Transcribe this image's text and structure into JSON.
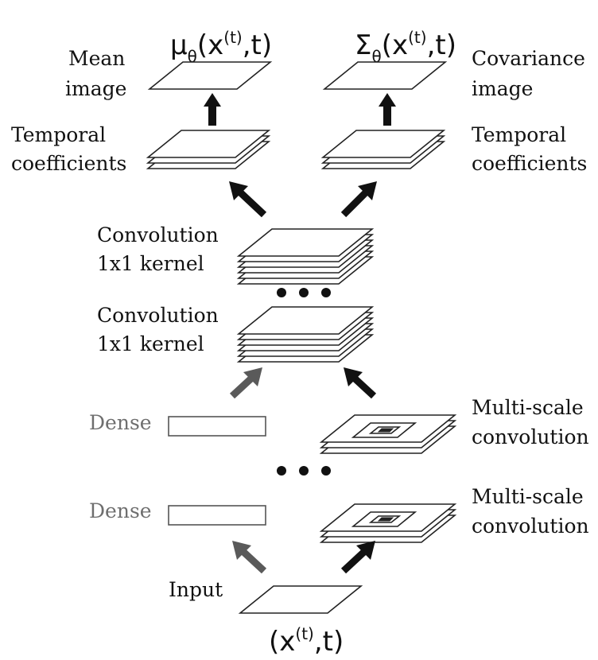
{
  "top_formulas": {
    "mean": {
      "base": "μ",
      "sub": "θ",
      "arg_open": "(x",
      "sup": "(t)",
      "arg_close": ",t)"
    },
    "covariance": {
      "base": "Σ",
      "sub": "θ",
      "arg_open": "(x",
      "sup": "(t)",
      "arg_close": ",t)"
    }
  },
  "labels": {
    "mean_line1": "Mean",
    "mean_line2": "image",
    "cov_line1": "Covariance",
    "cov_line2": "image",
    "temporal_left_line1": "Temporal",
    "temporal_left_line2": "coefficients",
    "temporal_right_line1": "Temporal",
    "temporal_right_line2": "coefficients",
    "conv_upper_line1": "Convolution",
    "conv_upper_line2": "1x1 kernel",
    "conv_lower_line1": "Convolution",
    "conv_lower_line2": "1x1 kernel",
    "dense_upper": "Dense",
    "dense_lower": "Dense",
    "multiscale_upper_line1": "Multi-scale",
    "multiscale_upper_line2": "convolution",
    "multiscale_lower_line1": "Multi-scale",
    "multiscale_lower_line2": "convolution",
    "input": "Input"
  },
  "bottom_formula": {
    "arg_open": "(x",
    "sup": "(t)",
    "arg_close": ",t)"
  },
  "colors": {
    "ink": "#111111",
    "dense_text": "#6e6e6e",
    "dense_arrow": "#5a5a5a",
    "stroke": "#222222"
  }
}
